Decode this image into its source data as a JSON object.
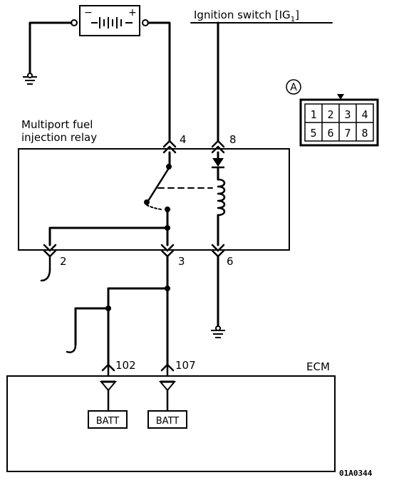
{
  "labels": {
    "ignition_switch": "Ignition switch [IG",
    "ignition_sub": "1",
    "ignition_close": "]",
    "relay_line1": "Multiport fuel",
    "relay_line2": "injection relay",
    "ecm": "ECM",
    "connector_ref": "A",
    "figure_code": "01A0344",
    "battery_minus": "−",
    "battery_plus": "+"
  },
  "relay_pins": {
    "pin4": "4",
    "pin8": "8",
    "pin2": "2",
    "pin3": "3",
    "pin6": "6"
  },
  "ecm_pins": {
    "pin102": "102",
    "pin107": "107"
  },
  "ecm_sources": {
    "left": "BATT",
    "right": "BATT"
  },
  "connector_pins": {
    "top": [
      "1",
      "2",
      "3",
      "4"
    ],
    "bottom": [
      "5",
      "6",
      "7",
      "8"
    ]
  }
}
